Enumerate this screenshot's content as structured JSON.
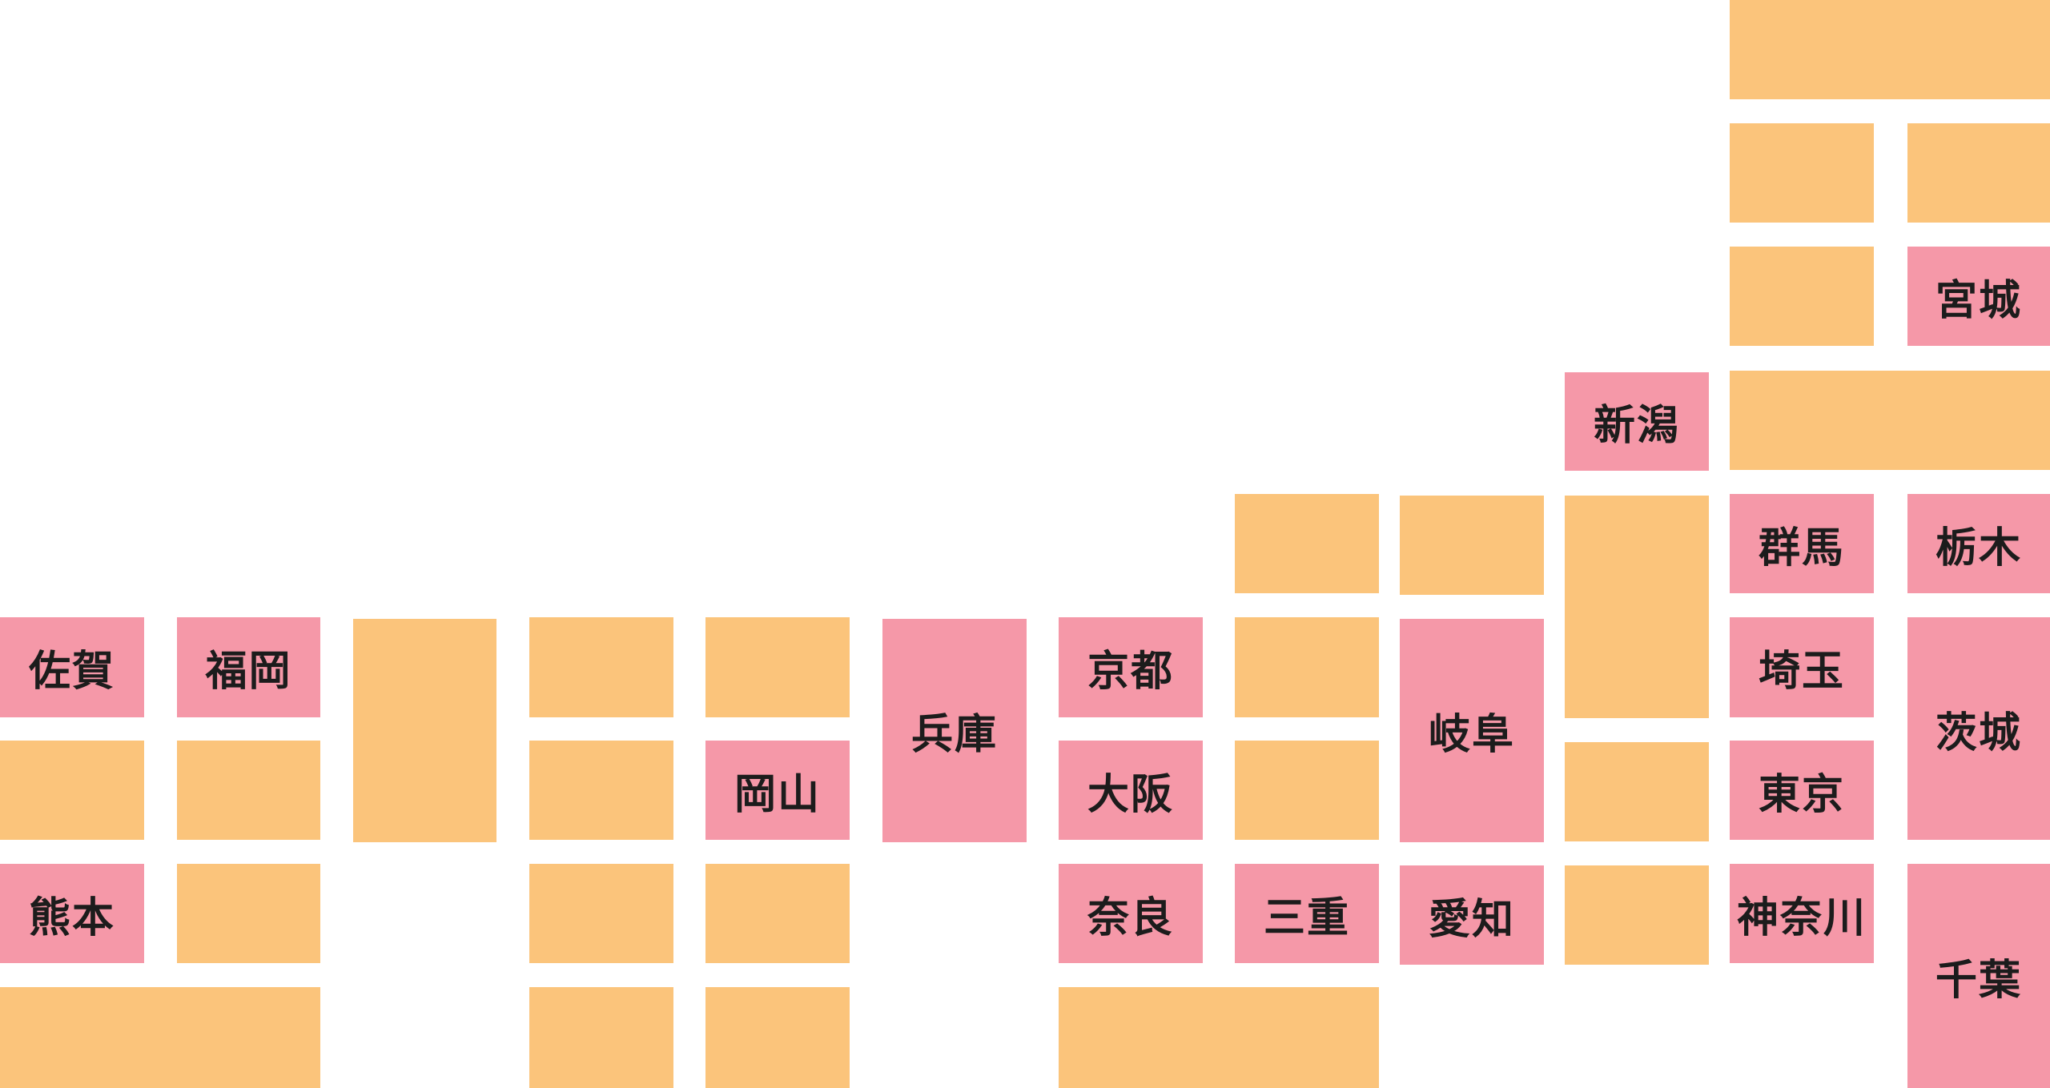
{
  "colors": {
    "highlighted": "#F598A8",
    "default": "#FBC47B",
    "text": "#1c1c1c"
  },
  "prefectures": {
    "saga": "佐賀",
    "fukuoka": "福岡",
    "kumamoto": "熊本",
    "okayama": "岡山",
    "hyogo": "兵庫",
    "kyoto": "京都",
    "osaka": "大阪",
    "nara": "奈良",
    "mie": "三重",
    "gifu": "岐阜",
    "aichi": "愛知",
    "niigata": "新潟",
    "miyagi": "宮城",
    "gunma": "群馬",
    "tochigi": "栃木",
    "saitama": "埼玉",
    "ibaraki": "茨城",
    "tokyo": "東京",
    "kanagawa": "神奈川",
    "chiba": "千葉"
  }
}
